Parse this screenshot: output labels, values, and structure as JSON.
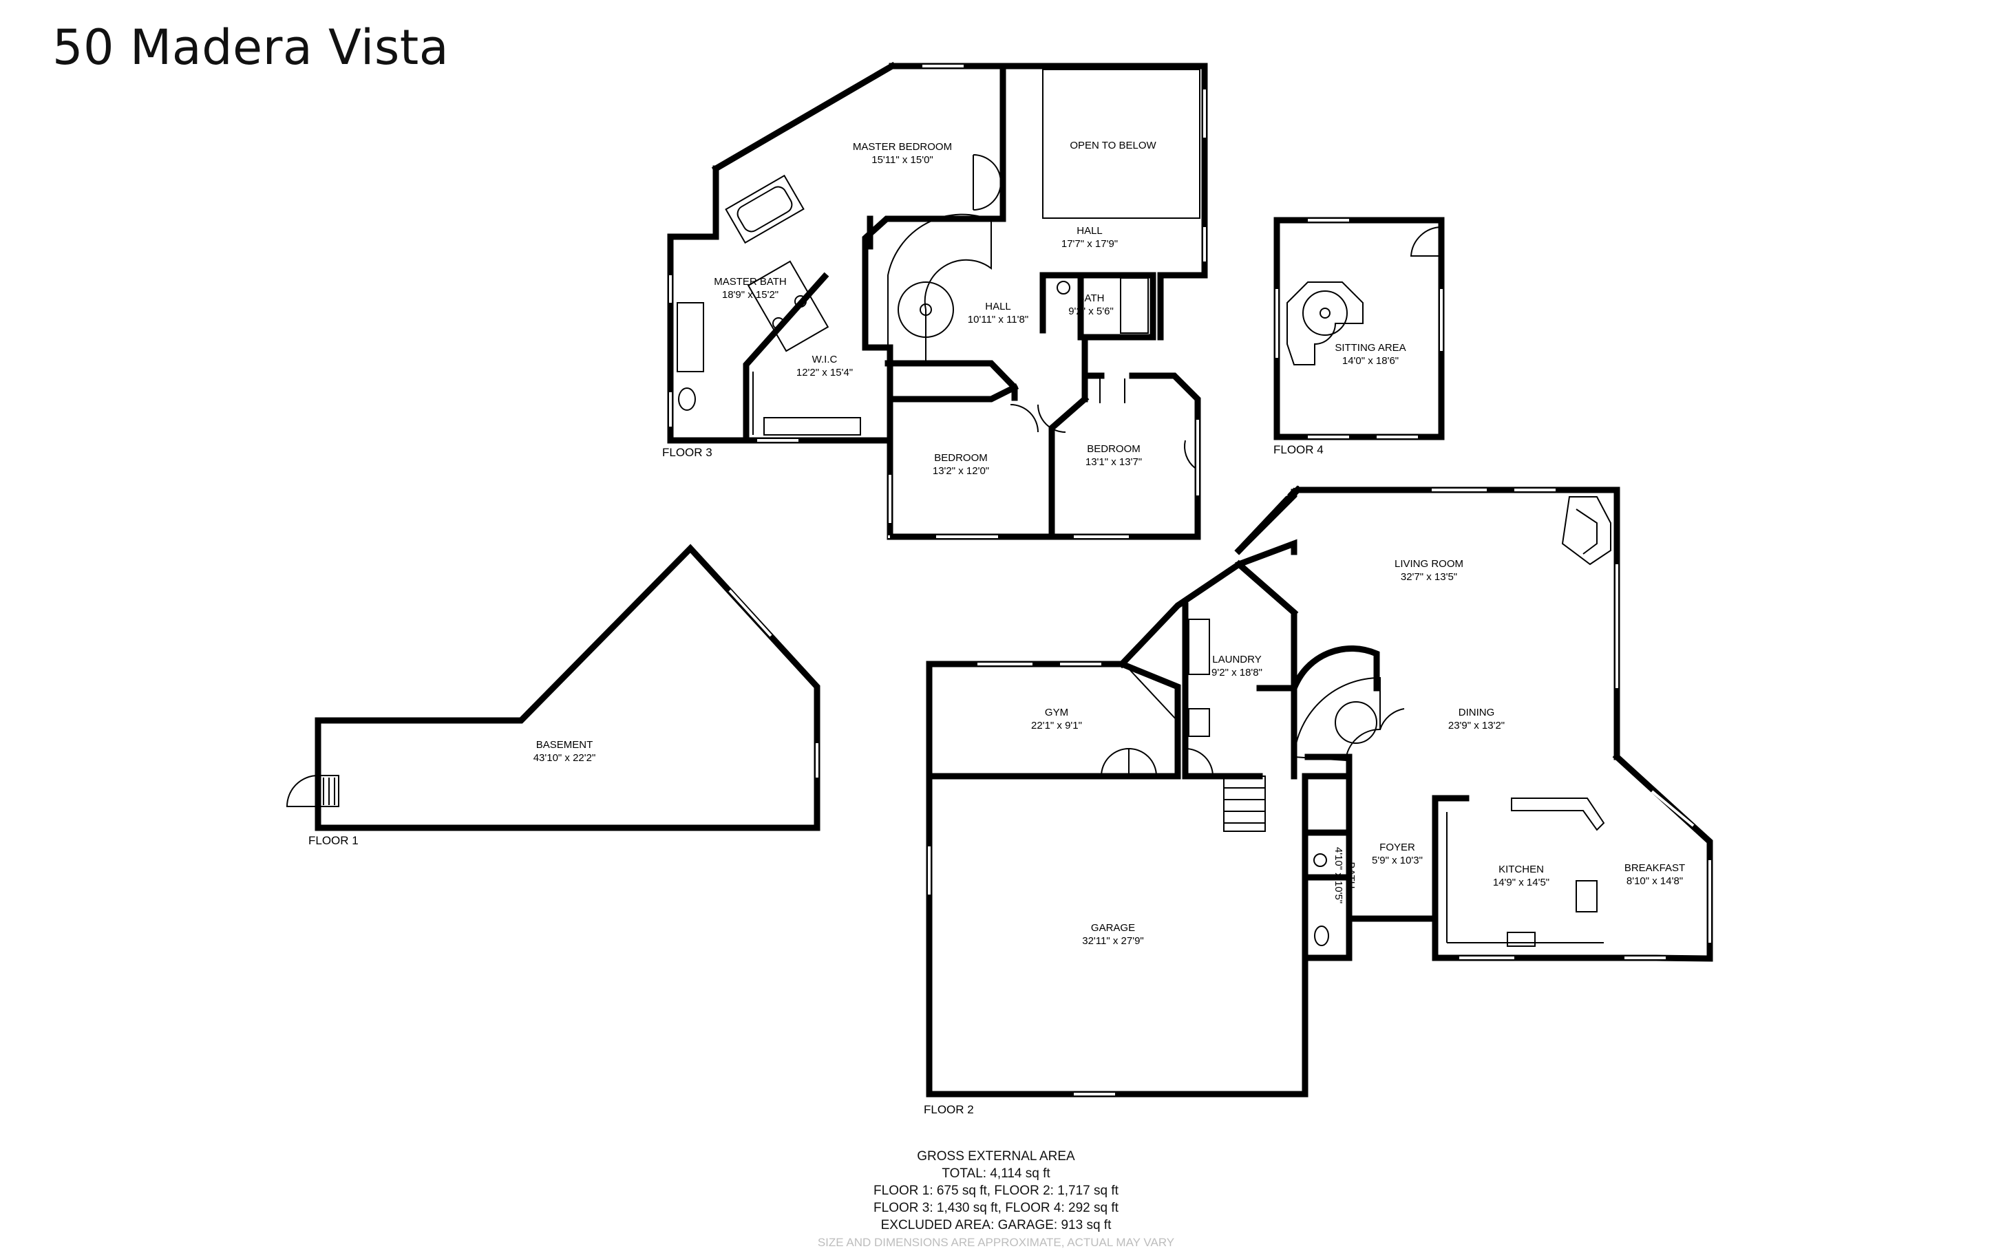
{
  "title": "50 Madera Vista",
  "floors": [
    {
      "label": "FLOOR 1"
    },
    {
      "label": "FLOOR 2"
    },
    {
      "label": "FLOOR 3"
    },
    {
      "label": "FLOOR 4"
    }
  ],
  "rooms": [
    {
      "name": "MASTER BEDROOM",
      "dim": "15'11\" x 15'0\""
    },
    {
      "name": "OPEN TO BELOW",
      "dim": ""
    },
    {
      "name": "HALL",
      "dim": "17'7\" x 17'9\""
    },
    {
      "name": "MASTER BATH",
      "dim": "18'9\" x 15'2\""
    },
    {
      "name": "HALL",
      "dim": "10'11\" x 11'8\""
    },
    {
      "name": "BATH",
      "dim": "9'2\" x 5'6\""
    },
    {
      "name": "W.I.C",
      "dim": "12'2\" x 15'4\""
    },
    {
      "name": "BEDROOM",
      "dim": "13'2\" x 12'0\""
    },
    {
      "name": "BEDROOM",
      "dim": "13'1\" x 13'7\""
    },
    {
      "name": "SITTING AREA",
      "dim": "14'0\" x 18'6\""
    },
    {
      "name": "LIVING ROOM",
      "dim": "32'7\" x 13'5\""
    },
    {
      "name": "LAUNDRY",
      "dim": "9'2\" x 18'8\""
    },
    {
      "name": "DINING",
      "dim": "23'9\" x 13'2\""
    },
    {
      "name": "GYM",
      "dim": "22'1\" x 9'1\""
    },
    {
      "name": "BASEMENT",
      "dim": "43'10\" x 22'2\""
    },
    {
      "name": "FOYER",
      "dim": "5'9\" x 10'3\""
    },
    {
      "name": "KITCHEN",
      "dim": "14'9\" x 14'5\""
    },
    {
      "name": "BREAKFAST",
      "dim": "8'10\" x 14'8\""
    },
    {
      "name": "BATH",
      "dim": "4'10\" x 10'5\""
    },
    {
      "name": "GARAGE",
      "dim": "32'11\" x 27'9\""
    }
  ],
  "summary": {
    "heading": "GROSS EXTERNAL AREA",
    "total": "TOTAL: 4,114 sq ft",
    "line1": "FLOOR 1: 675 sq ft, FLOOR 2: 1,717 sq ft",
    "line2": "FLOOR 3: 1,430 sq ft, FLOOR 4: 292 sq ft",
    "excluded": "EXCLUDED AREA: GARAGE: 913 sq ft",
    "disclaimer": "SIZE AND DIMENSIONS ARE APPROXIMATE, ACTUAL MAY VARY"
  }
}
